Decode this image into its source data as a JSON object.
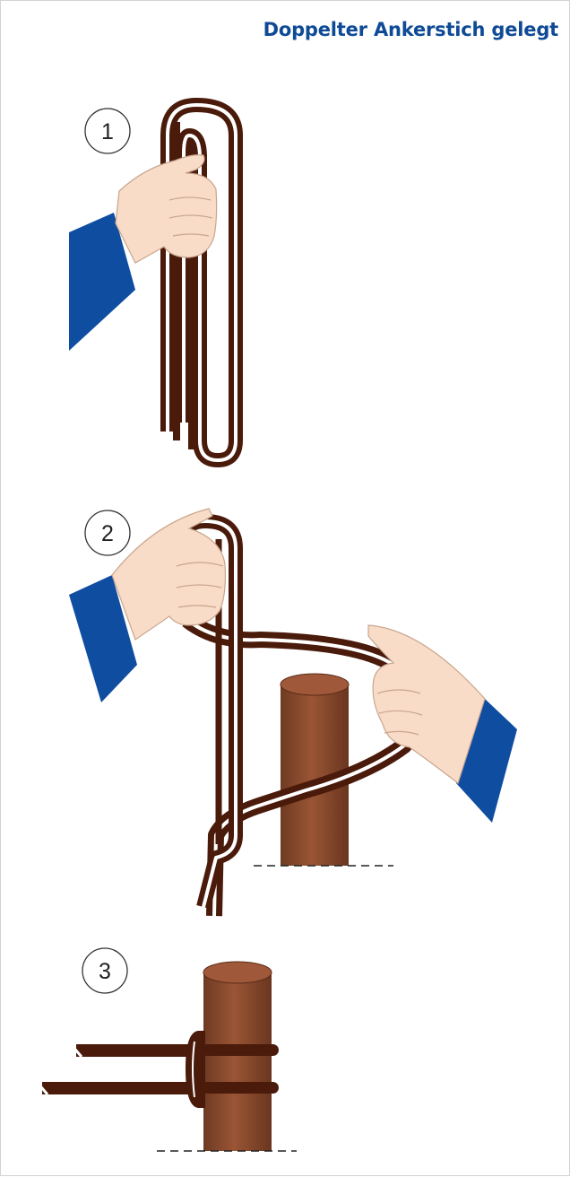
{
  "title": "Doppelter Ankerstich gelegt",
  "steps": [
    {
      "number": "1"
    },
    {
      "number": "2"
    },
    {
      "number": "3"
    }
  ],
  "colors": {
    "title": "#0e4a96",
    "rope": "#4a1a0a",
    "rope_highlight": "#ffffff",
    "skin": "#f8dcc8",
    "skin_outline": "#c9a58d",
    "sleeve": "#0f4da1",
    "post": "#8b4a2b",
    "post_top": "#a0583a"
  },
  "icons": [
    "hand-icon",
    "sleeve-icon",
    "rope-icon",
    "post-icon"
  ]
}
